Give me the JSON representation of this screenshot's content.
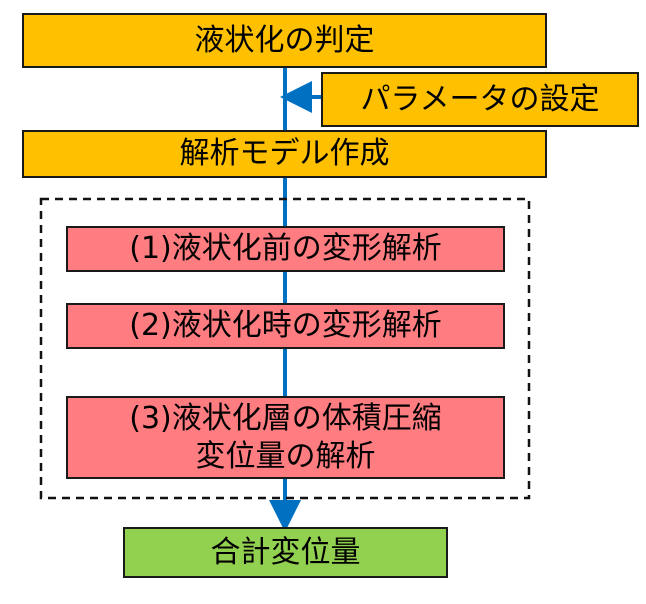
{
  "colors": {
    "orange": "#ffc000",
    "pink": "#ff7c80",
    "green": "#92d050",
    "connector": "#0070c0",
    "border": "#1a1a1a"
  },
  "boxes": {
    "judge": "液状化の判定",
    "param": "パラメータの設定",
    "model": "解析モデル作成",
    "step1": "(1)液状化前の変形解析",
    "step2": "(2)液状化時の変形解析",
    "step3": "(3)液状化層の体積圧縮\n変位量の解析",
    "total": "合計変位量"
  }
}
